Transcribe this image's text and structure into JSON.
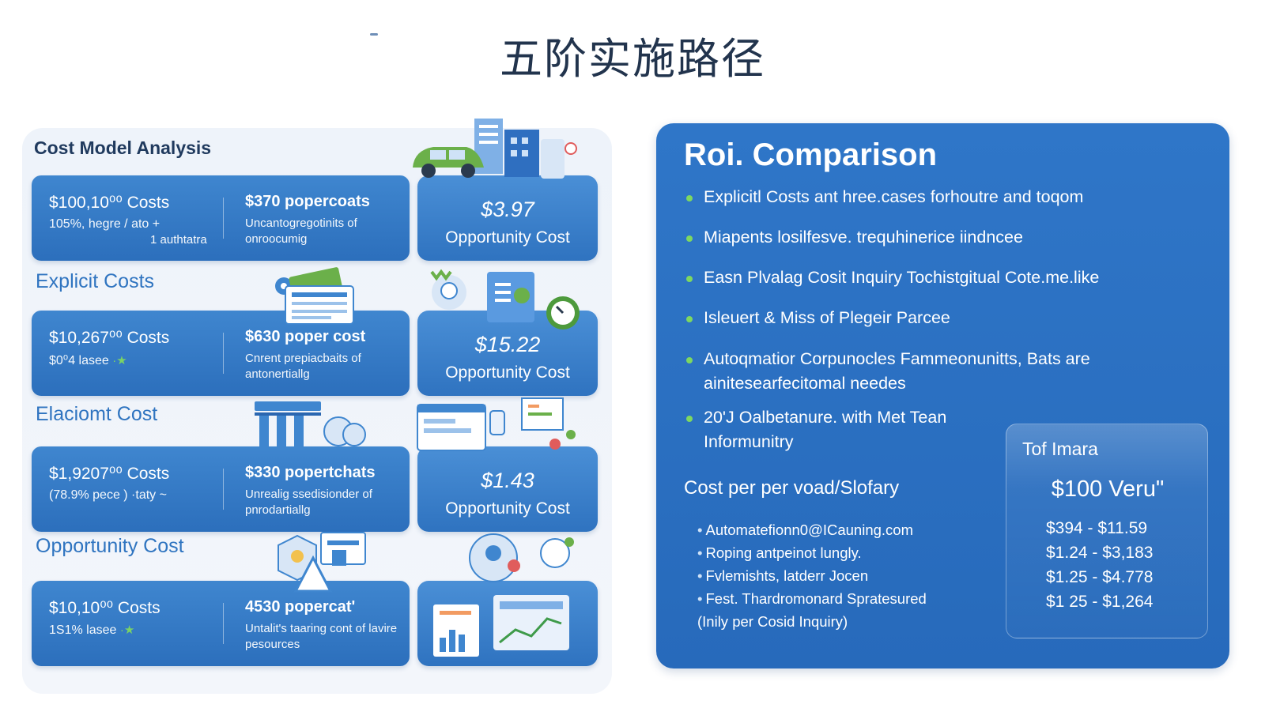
{
  "page_title": "五阶实施路径",
  "left": {
    "header": "Cost Model Analysis",
    "rows": [
      {
        "heading": "",
        "c1_main": "$100,10⁰⁰ Costs",
        "c1_sub": "105%, hegre / ato +",
        "c1_sub2": "1 authtatra",
        "c2_main": "$370 popercoats",
        "c2_sub": "Uncantogregotinits of onroocumig",
        "opp_amount": "$3.97",
        "opp_label": "Opportunity Cost"
      },
      {
        "heading": "Explicit Costs",
        "c1_main": "$10,267⁰⁰ Costs",
        "c1_sub": "$0⁰4 lasee",
        "c1_sub2": "",
        "c2_main": "$630 poper cost",
        "c2_sub": "Cnrent prepiacbaits of antonertiallg",
        "opp_amount": "$15.22",
        "opp_label": "Opportunity Cost"
      },
      {
        "heading": "Elaciomt Cost",
        "c1_main": "$1,9207⁰⁰ Costs",
        "c1_sub": "(78.9% pece ) ·taty ~",
        "c1_sub2": "",
        "c2_main": "$330 popertchats",
        "c2_sub": "Unrealig ssedisionder of pnrodartiallg",
        "opp_amount": "$1.43",
        "opp_label": "Opportunity Cost"
      },
      {
        "heading": "Opportunity Cost",
        "c1_main": "$10,10⁰⁰ Costs",
        "c1_sub": "1S1% lasee",
        "c1_sub2": "",
        "c2_main": "4530 popercat'",
        "c2_sub": "Untalit's taaring cont of lavire pesources",
        "opp_amount": "",
        "opp_label": ""
      }
    ]
  },
  "right": {
    "title": "Roi. Comparison",
    "bullets": [
      "Explicitl Costs ant hree.cases forhoutre and toqom",
      "Miapents losilfesve. trequhinerice iindncee",
      "Easn Plvalag Cosit Inquiry Tochistgitual Cote.me.like",
      "Isleuert & Miss of Plegeir Parcee",
      "Autoqmatior Corpunocles Fammeonunitts, Bats are ainitesearfecitomal needes",
      "20'J Oalbetanure. with Met Tean Informunitry"
    ],
    "cost_heading": "Cost per per voad/Slofary",
    "sub_items": [
      "Automatefionn0@ICauning.com",
      "Roping antpeinot lungly.",
      "Fvlemishts, latderr Jocen",
      "Fest. Thardromonard Spratesured",
      "(Inily per Cosid Inquiry)"
    ],
    "box": {
      "title": "Tof Imara",
      "value": "$100 Veru\"",
      "ranges": [
        "$394 - $11.59",
        "$1.24 - $3,183",
        "$1.25 - $4.778",
        "$1 25 - $1,264"
      ]
    }
  },
  "colors": {
    "accent_blue": "#2f74c0",
    "panel_blue": "#2a6dbd",
    "bullet_green": "#7ed860"
  }
}
